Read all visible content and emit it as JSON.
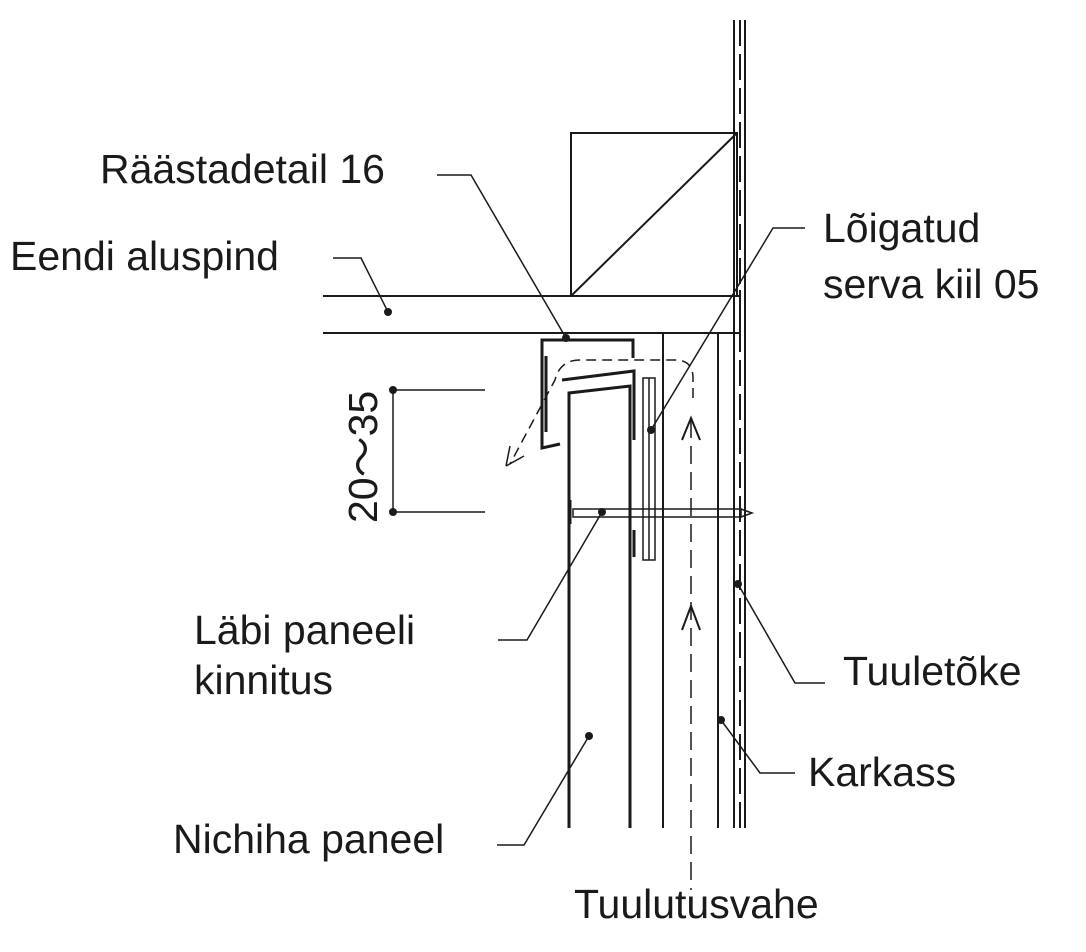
{
  "labels": {
    "eave_detail": "Räästadetail 16",
    "soffit_base": "Eendi aluspind",
    "cut_edge_tongue_line1": "Lõigatud",
    "cut_edge_tongue_line2": "serva kiil 05",
    "dimension": "20～35",
    "through_panel_fastening_line1": "Läbi paneeli",
    "through_panel_fastening_line2": "kinnitus",
    "wind_barrier": "Tuuletõke",
    "frame": "Karkass",
    "nichiha_panel": "Nichiha paneel",
    "ventilation_gap": "Tuulutusvahe"
  }
}
